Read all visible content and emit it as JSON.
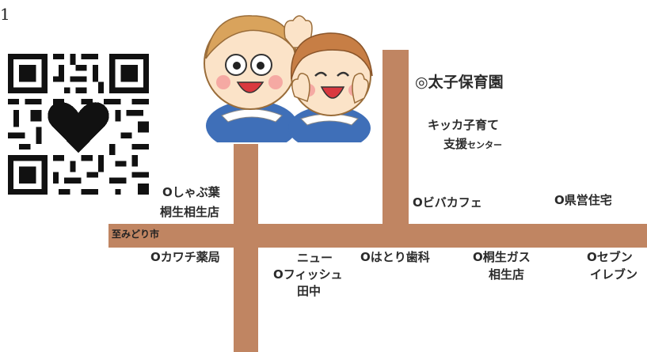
{
  "corner_text": "1",
  "qr_icon": "qr-code-heart-icon",
  "illustration": "two-children-waving-illustration",
  "road_color": "#c08562",
  "labels": {
    "nursery": "◎太子保育園",
    "kikka_line1": "キッカ子育て",
    "kikka_line2_main": "支援",
    "kikka_line2_small": "センター",
    "shabuha": "Oしゃぶ葉",
    "kiryu_aioi": "桐生相生店",
    "viva_cafe": "Oビバカフェ",
    "prefectural_housing": "O県営住宅",
    "to_midori": "至みどり市",
    "kawachi": "Oカワチ薬局",
    "newfish_line1": "ニュー",
    "newfish_line2": "Oフィッシュ",
    "newfish_line3": "田中",
    "hatori": "Oはとり歯科",
    "gas_line1": "O桐生ガス",
    "gas_line2": "相生店",
    "seven_line1": "Oセブン",
    "seven_line2": "イレブン"
  }
}
